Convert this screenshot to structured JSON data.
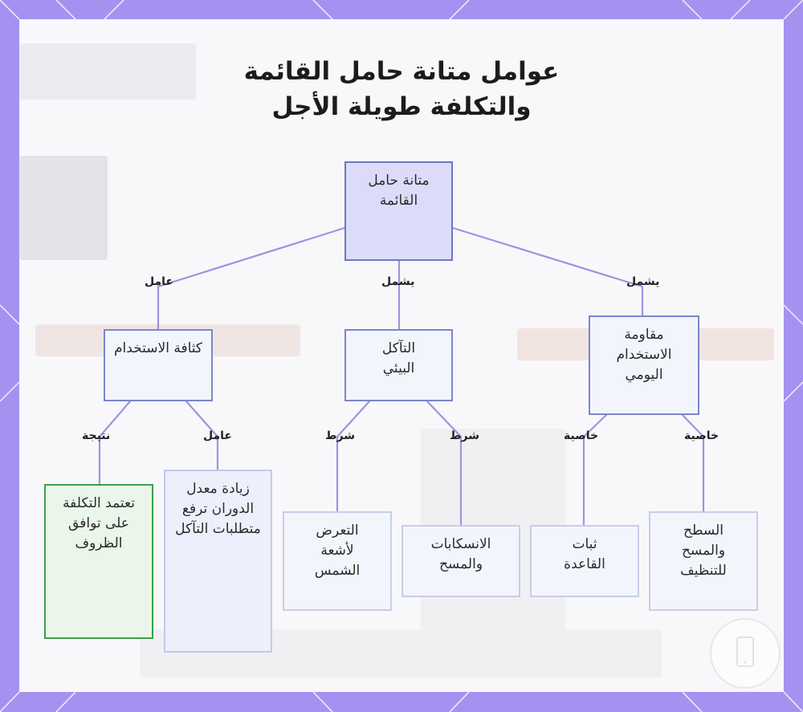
{
  "title": {
    "line1": "عوامل متانة حامل القائمة",
    "line2": "والتكلفة طويلة الأجل"
  },
  "nodes": {
    "root": "متانة حامل القائمة",
    "density": "كثافة الاستخدام",
    "environment": "التآكل البيئي",
    "daily": "مقاومة الاستخدام اليومي",
    "cost": "تعتمد التكلفة على توافق الظروف",
    "turnover": "زيادة معدل الدوران ترفع متطلبات التآكل",
    "sun": "التعرض لأشعة الشمس",
    "spills": "الانسكابات والمسح",
    "stability": "ثبات القاعدة",
    "surface": "السطح والمسح للتنظيف"
  },
  "edges": {
    "root_density": "عامل",
    "root_environment": "يشمل",
    "root_daily": "يشمل",
    "density_cost": "نتيجة",
    "density_turnover": "عامل",
    "environment_sun": "شرط",
    "environment_spills": "شرط",
    "daily_stability": "خاصية",
    "daily_surface": "خاصية"
  },
  "colors": {
    "frame": "#a592f0",
    "edge": "#a68fe0",
    "root_fill": "#dcdcfa",
    "root_border": "#6a78c4",
    "mid_fill": "#f3f5fd",
    "mid_border": "#7b86c9",
    "leaf_fill": "#f3f5fd",
    "leaf_border": "#c8cde8",
    "green_fill": "#eaf6ea",
    "green_border": "#3aa04a",
    "purple_fill": "#eeeffc",
    "purple_border": "#c3c8ea"
  }
}
